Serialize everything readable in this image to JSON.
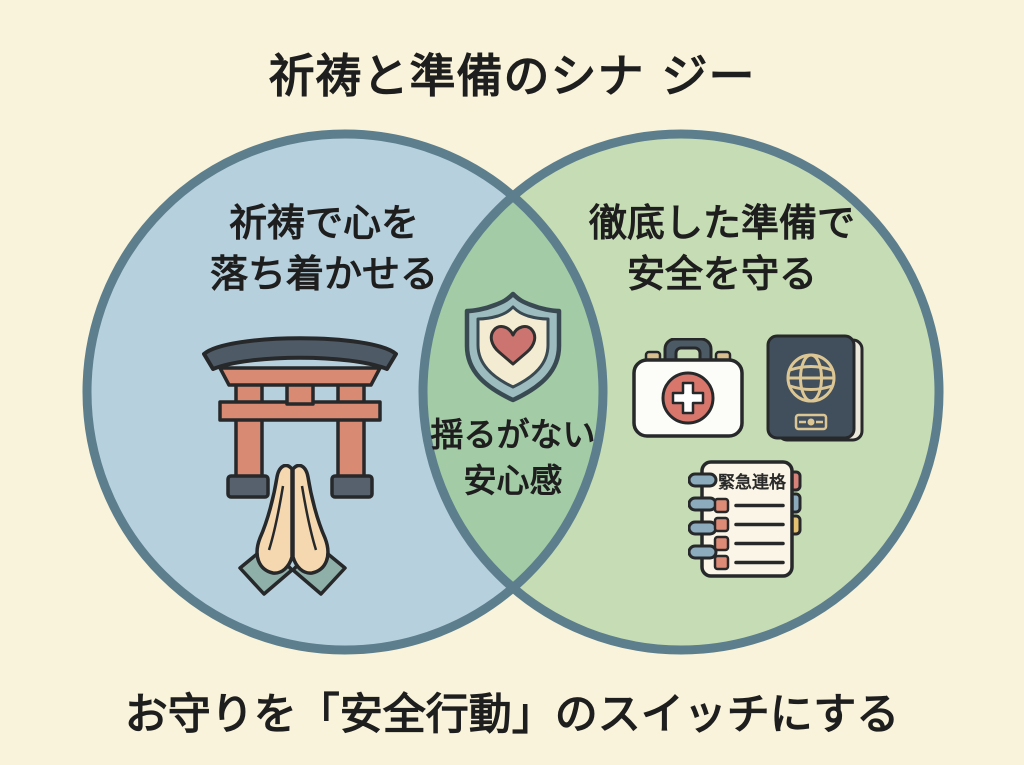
{
  "title": "祈祷と準備のシナ ジー",
  "footer": "お守りを「安全行動」のスイッチにする",
  "venn": {
    "left": {
      "line1": "祈祷で心を",
      "line2": "落ち着かせる",
      "fill": "#b7d0dd",
      "icons": [
        "torii-gate",
        "praying-hands"
      ]
    },
    "right": {
      "line1": "徹底した準備で",
      "line2": "安全を守る",
      "fill": "#c6dcb4",
      "notebook_label": "緊急連格",
      "icons": [
        "first-aid-kit",
        "passport",
        "emergency-contact-notebook"
      ]
    },
    "overlap": {
      "line1": "揺るがない",
      "line2": "安心感",
      "fill": "#a2cba6",
      "icons": [
        "heart-shield"
      ]
    },
    "outline_color": "#5c7e8d"
  },
  "colors": {
    "background": "#f8f3da",
    "text": "#1e1e1e",
    "torii_beam": "#d98a72",
    "torii_roof": "#4e5a66",
    "hand_skin": "#f6d8b0",
    "sleeve_teal": "#8fb0a9",
    "shield_band": "#9dbcc0",
    "shield_inner": "#f3ecd2",
    "heart_red": "#cc7570",
    "first_aid_red": "#d8766c",
    "passport_cover": "#414f5c",
    "passport_gold": "#dcc693",
    "ring_blue": "#8cacbe",
    "tab_red": "#d8837a",
    "tab_yellow": "#e4c272"
  }
}
